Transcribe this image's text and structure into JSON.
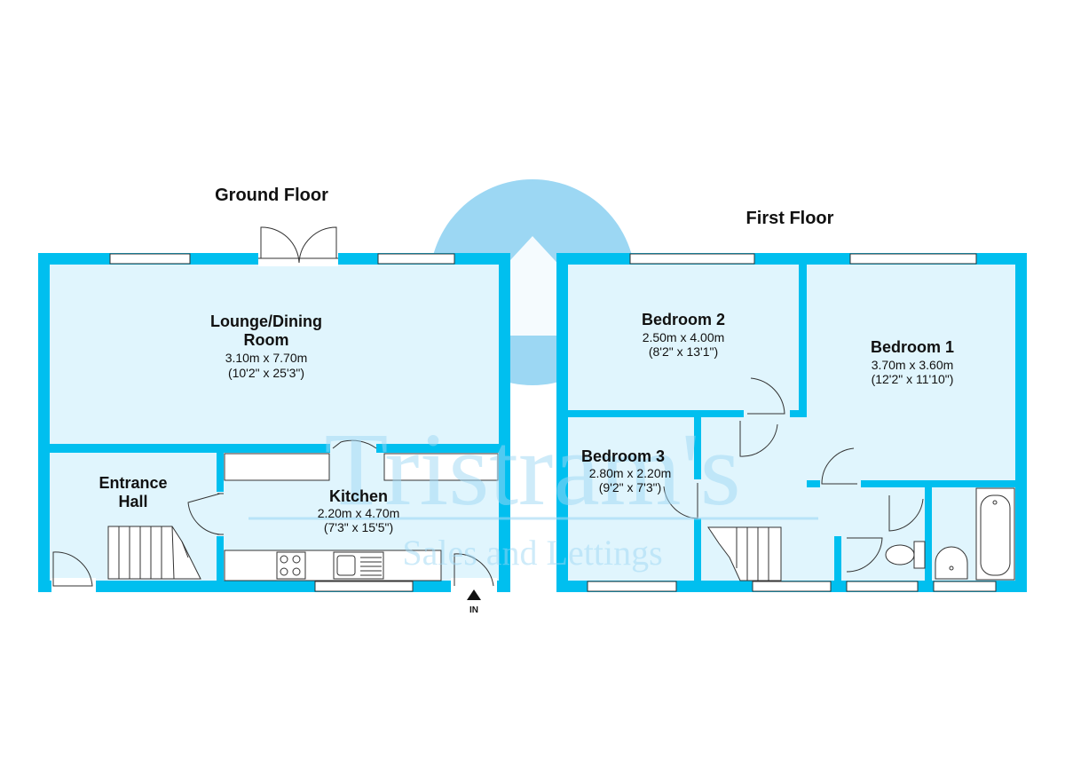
{
  "colors": {
    "wall": "#00bfef",
    "room": "#e0f5fd",
    "watermark": "#4ab7e9"
  },
  "watermark": {
    "brand": "Tristram's",
    "tagline": "Sales and Lettings"
  },
  "ground_floor": {
    "title": "Ground Floor",
    "entrance_label": "IN",
    "rooms": {
      "lounge": {
        "name_line1": "Lounge/Dining",
        "name_line2": "Room",
        "metric": "3.10m x 7.70m",
        "imperial": "(10'2\" x 25'3\")"
      },
      "entrance_hall": {
        "name_line1": "Entrance",
        "name_line2": "Hall"
      },
      "kitchen": {
        "name": "Kitchen",
        "metric": "2.20m x 4.70m",
        "imperial": "(7'3\" x 15'5\")"
      }
    }
  },
  "first_floor": {
    "title": "First Floor",
    "rooms": {
      "bedroom2": {
        "name": "Bedroom 2",
        "metric": "2.50m x 4.00m",
        "imperial": "(8'2\" x 13'1\")"
      },
      "bedroom1": {
        "name": "Bedroom 1",
        "metric": "3.70m x 3.60m",
        "imperial": "(12'2\" x 11'10\")"
      },
      "bedroom3": {
        "name": "Bedroom 3",
        "metric": "2.80m x 2.20m",
        "imperial": "(9'2\" x 7'3\")"
      }
    }
  }
}
